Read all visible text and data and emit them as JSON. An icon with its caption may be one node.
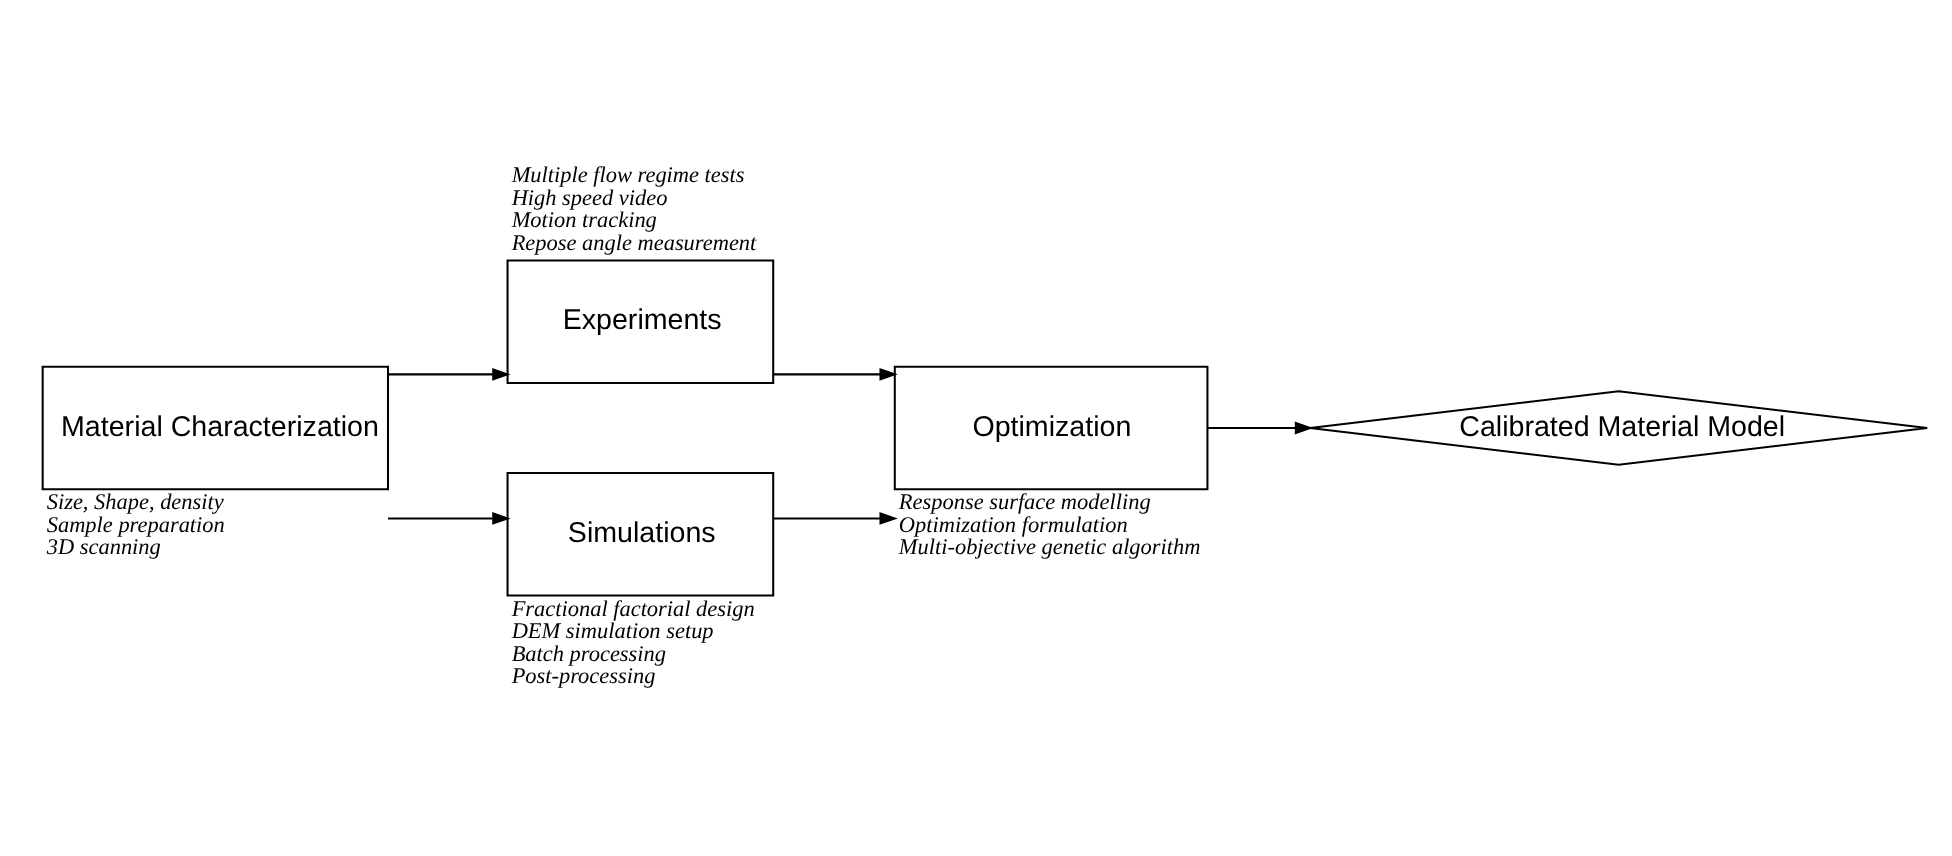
{
  "diagram": {
    "nodes": [
      {
        "text": [
          "Material Characterization"
        ],
        "beside": [
          "Size, Shape, density",
          "Sample preparation",
          "3D scanning"
        ]
      },
      {
        "text": [
          "Experiments"
        ],
        "beside": [
          "Multiple flow regime tests",
          "High speed video",
          "Motion tracking",
          "Repose angle measurement"
        ]
      },
      {
        "text": [
          "Simulations"
        ],
        "beside": [
          "Fractional factorial design",
          "DEM simulation setup",
          "Batch processing",
          "Post-processing"
        ]
      },
      {
        "text": [
          "Optimization"
        ],
        "beside": [
          "Response surface modelling",
          "Optimization formulation",
          "Multi-objective genetic algorithm"
        ]
      },
      {
        "text": [
          "Calibrated Material Model"
        ]
      }
    ],
    "edges": [
      {
        "from": 0,
        "to": 1,
        "arrow": "to"
      },
      {
        "from": 0,
        "to": 2,
        "arrow": "to"
      },
      {
        "from": 1,
        "to": 3,
        "arrow": "to"
      },
      {
        "from": 2,
        "to": 3,
        "arrow": "to"
      },
      {
        "from": 3,
        "to": 4,
        "arrow": "to"
      }
    ]
  }
}
